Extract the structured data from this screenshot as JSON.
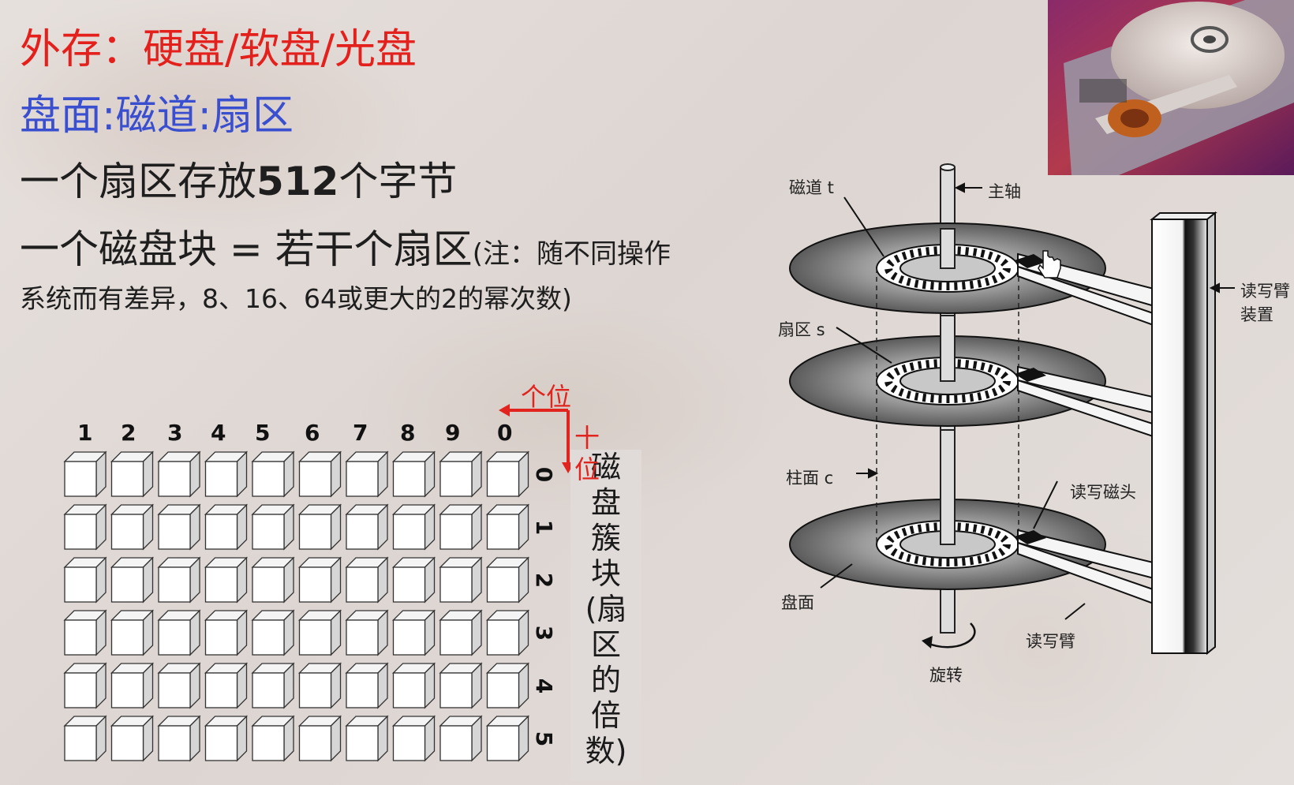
{
  "lines": {
    "l1": "外存：硬盘/软盘/光盘",
    "l2": "盘面:磁道:扇区",
    "l3_a": "一个扇区存放",
    "l3_b": "512",
    "l3_c": "个字节",
    "l4_a": "一个磁盘块 = 若干个扇区",
    "l4_b": "(注：随不同操作",
    "l5": "系统而有差异，8、16、64或更大的2的幂次数)"
  },
  "grid": {
    "col_labels": [
      "1",
      "2",
      "3",
      "4",
      "5",
      "6",
      "7",
      "8",
      "9",
      "0"
    ],
    "row_labels": [
      "0",
      "1",
      "2",
      "3",
      "4",
      "5"
    ],
    "ones_label": "个位",
    "tens_label_1": "十",
    "tens_label_2": "位",
    "vertical_text": [
      "磁",
      "盘",
      "簇",
      "块",
      "(扇",
      "区",
      "的",
      "倍",
      "数)"
    ]
  },
  "diagram_labels": {
    "track": "磁道 t",
    "spindle": "主轴",
    "rw_arm_assembly_1": "读写臂",
    "rw_arm_assembly_2": "装置",
    "sector": "扇区 s",
    "cylinder": "柱面 c",
    "rw_head": "读写磁头",
    "platter": "盘面",
    "rw_arm": "读写臂",
    "rotation": "旋转"
  },
  "colors": {
    "red": "#e4201c",
    "blue": "#3a4fd0",
    "text": "#1e1e1e"
  }
}
